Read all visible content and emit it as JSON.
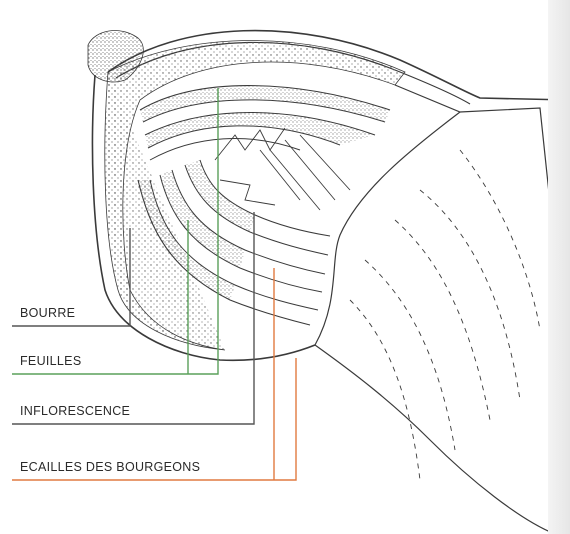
{
  "labels": {
    "bourre": "BOURRE",
    "feuilles": "FEUILLES",
    "inflorescence": "INFLORESCENCE",
    "ecailles": "ECAILLES DES BOURGEONS"
  },
  "colors": {
    "bourre_leader": "#555555",
    "feuilles_leader": "#5aa05a",
    "inflorescence_leader": "#555555",
    "ecailles_leader": "#e07a40",
    "drawing_ink": "#3a3a3a"
  }
}
